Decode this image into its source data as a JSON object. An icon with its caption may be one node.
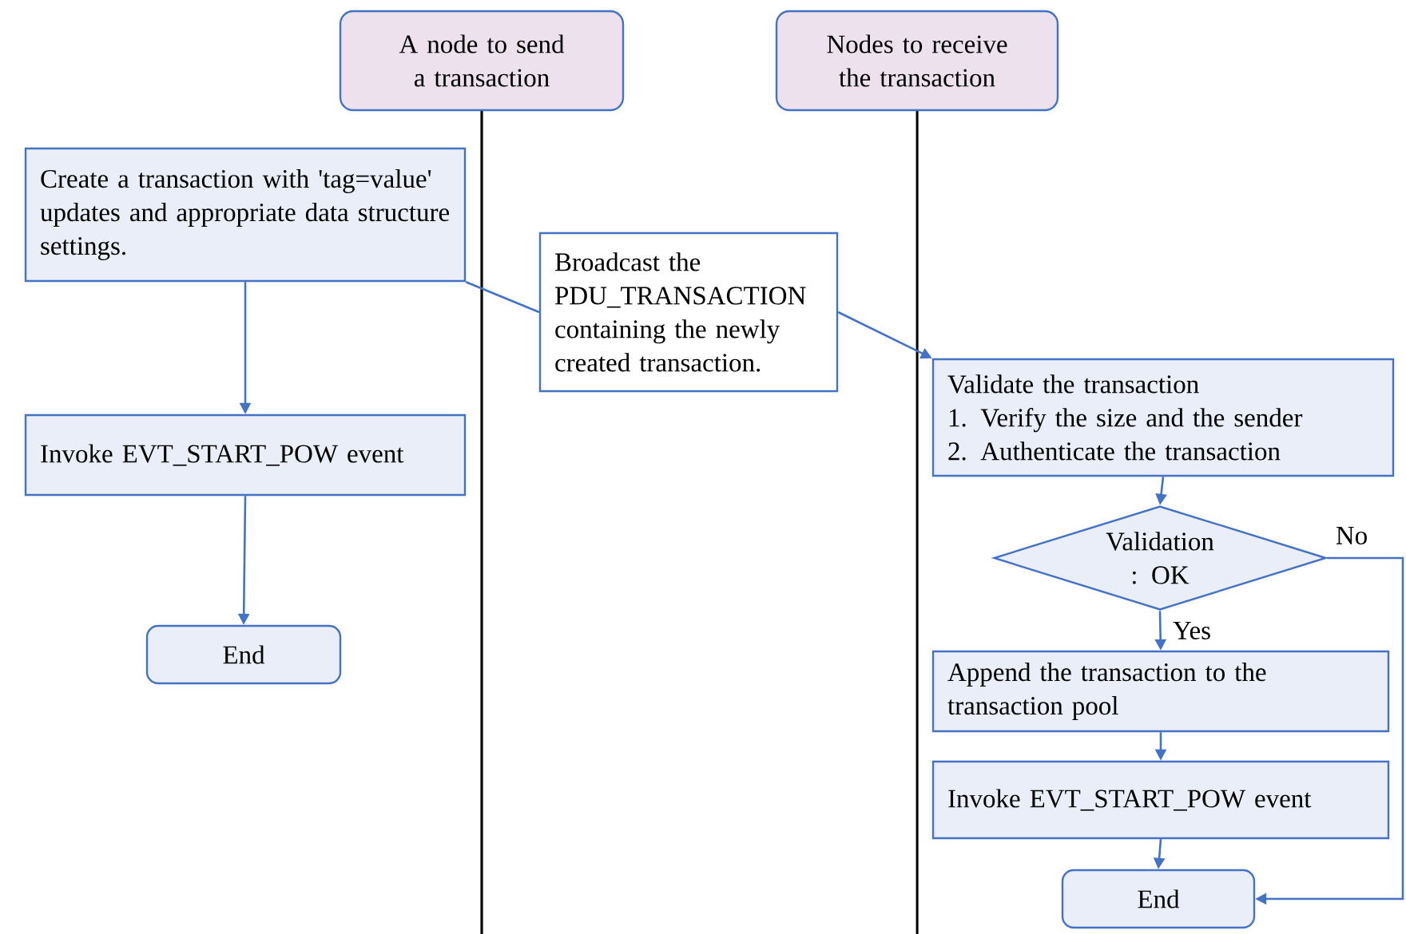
{
  "diagram": {
    "nodes": [
      {
        "text": [
          "A  node to send a transaction"
        ]
      },
      {
        "text": [
          "Nodes to receive the transaction"
        ]
      },
      {
        "text": [
          "Create a transaction with 'tag=value' updates and appropriate data structure settings."
        ]
      },
      {
        "text": [
          "Invoke EVT_START_POW event"
        ]
      },
      {
        "text": [
          "End"
        ]
      },
      {
        "text": [
          "Broadcast the PDU_TRANSACTION containing the newly created transaction."
        ]
      },
      {
        "text": [
          "Validate  the transaction",
          "1.   Verify the size and the sender",
          "2.   Authenticate the transaction"
        ]
      },
      {
        "text": [
          "Validation : OK"
        ]
      },
      {
        "text": [
          "Append the transaction to the transaction pool"
        ]
      },
      {
        "text": [
          "Invoke EVT_START_POW event"
        ]
      },
      {
        "text": [
          "End"
        ]
      }
    ],
    "edges": [
      {
        "from": 2,
        "to": 3,
        "arrow": "to"
      },
      {
        "from": 3,
        "to": 4,
        "arrow": "to"
      },
      {
        "from": 2,
        "to": 5,
        "arrow": "none"
      },
      {
        "from": 5,
        "to": 6,
        "arrow": "to"
      },
      {
        "from": 6,
        "to": 7,
        "arrow": "to"
      },
      {
        "from": 7,
        "to": 8,
        "arrow": "to",
        "label": "Yes"
      },
      {
        "from": 7,
        "to": 10,
        "arrow": "to",
        "label": "No"
      },
      {
        "from": 8,
        "to": 9,
        "arrow": "to"
      },
      {
        "from": 9,
        "to": 10,
        "arrow": "to"
      }
    ]
  }
}
